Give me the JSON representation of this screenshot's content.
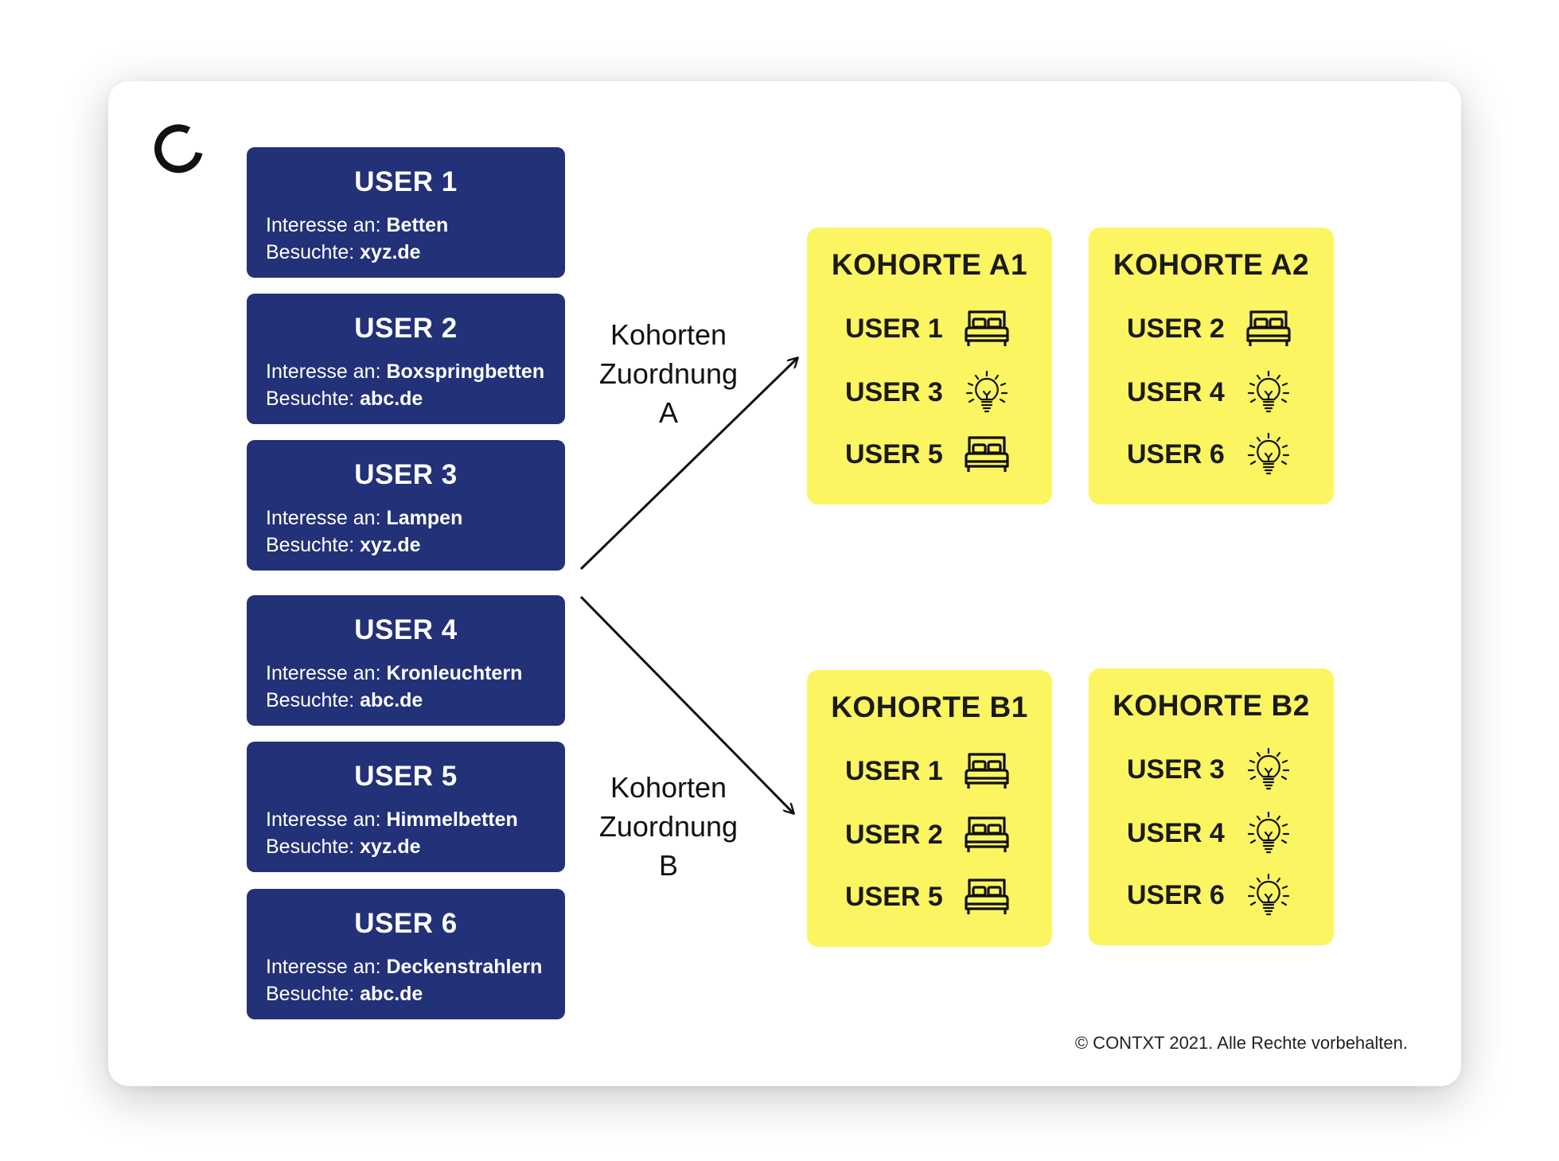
{
  "users": [
    {
      "title": "USER 1",
      "interest_label": "Interesse an: ",
      "interest": "Betten",
      "visited_label": "Besuchte: ",
      "visited": "xyz.de"
    },
    {
      "title": "USER 2",
      "interest_label": "Interesse an: ",
      "interest": "Boxspringbetten",
      "visited_label": "Besuchte: ",
      "visited": "abc.de"
    },
    {
      "title": "USER 3",
      "interest_label": "Interesse an: ",
      "interest": "Lampen",
      "visited_label": "Besuchte: ",
      "visited": "xyz.de"
    },
    {
      "title": "USER 4",
      "interest_label": "Interesse an: ",
      "interest": "Kronleuchtern",
      "visited_label": "Besuchte: ",
      "visited": "abc.de"
    },
    {
      "title": "USER 5",
      "interest_label": "Interesse an: ",
      "interest": "Himmelbetten",
      "visited_label": "Besuchte: ",
      "visited": "xyz.de"
    },
    {
      "title": "USER 6",
      "interest_label": "Interesse an: ",
      "interest": "Deckenstrahlern",
      "visited_label": "Besuchte: ",
      "visited": "abc.de"
    }
  ],
  "assignments": {
    "a": {
      "line1": "Kohorten",
      "line2": "Zuordnung",
      "line3": "A"
    },
    "b": {
      "line1": "Kohorten",
      "line2": "Zuordnung",
      "line3": "B"
    }
  },
  "cohorts": [
    {
      "title": "KOHORTE A1",
      "members": [
        {
          "label": "USER 1",
          "icon": "bed-icon"
        },
        {
          "label": "USER 3",
          "icon": "lightbulb-icon"
        },
        {
          "label": "USER 5",
          "icon": "bed-icon"
        }
      ]
    },
    {
      "title": "KOHORTE A2",
      "members": [
        {
          "label": "USER 2",
          "icon": "bed-icon"
        },
        {
          "label": "USER 4",
          "icon": "lightbulb-icon"
        },
        {
          "label": "USER 6",
          "icon": "lightbulb-icon"
        }
      ]
    },
    {
      "title": "KOHORTE B1",
      "members": [
        {
          "label": "USER 1",
          "icon": "bed-icon"
        },
        {
          "label": "USER 2",
          "icon": "bed-icon"
        },
        {
          "label": "USER 5",
          "icon": "bed-icon"
        }
      ]
    },
    {
      "title": "KOHORTE B2",
      "members": [
        {
          "label": "USER 3",
          "icon": "lightbulb-icon"
        },
        {
          "label": "USER 4",
          "icon": "lightbulb-icon"
        },
        {
          "label": "USER 6",
          "icon": "lightbulb-icon"
        }
      ]
    }
  ],
  "footer": "© CONTXT 2021. Alle Rechte vorbehalten.",
  "colors": {
    "user_box": "#233178",
    "cohort_box": "#fbf562",
    "text_dark": "#1a1a1a"
  }
}
